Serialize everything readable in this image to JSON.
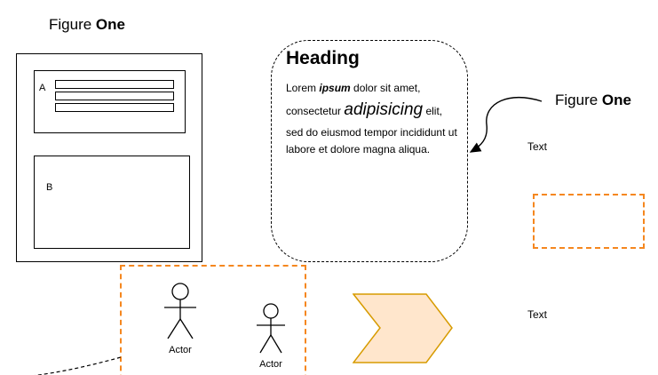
{
  "figure_label_left": {
    "prefix": "Figure ",
    "bold": "One"
  },
  "figure_label_right": {
    "prefix": "Figure ",
    "bold": "One"
  },
  "container": {
    "label_a": "A",
    "label_b": "B"
  },
  "note": {
    "heading": "Heading",
    "body_part1": "Lorem ",
    "body_ipsum": "ipsum",
    "body_part2": " dolor sit amet, consectetur ",
    "body_adipisicing": "adipisicing",
    "body_part3": " elit, sed do eiusmod tempor incididunt ut labore et dolore magna aliqua."
  },
  "labels": {
    "text_top": "Text",
    "text_bottom": "Text"
  },
  "actors": {
    "actor1_label": "Actor",
    "actor2_label": "Actor"
  },
  "colors": {
    "shape_stroke": "#000000",
    "orange_dash": "#f5871f",
    "chevron_fill": "#ffe6cc",
    "chevron_stroke": "#d79b00"
  }
}
